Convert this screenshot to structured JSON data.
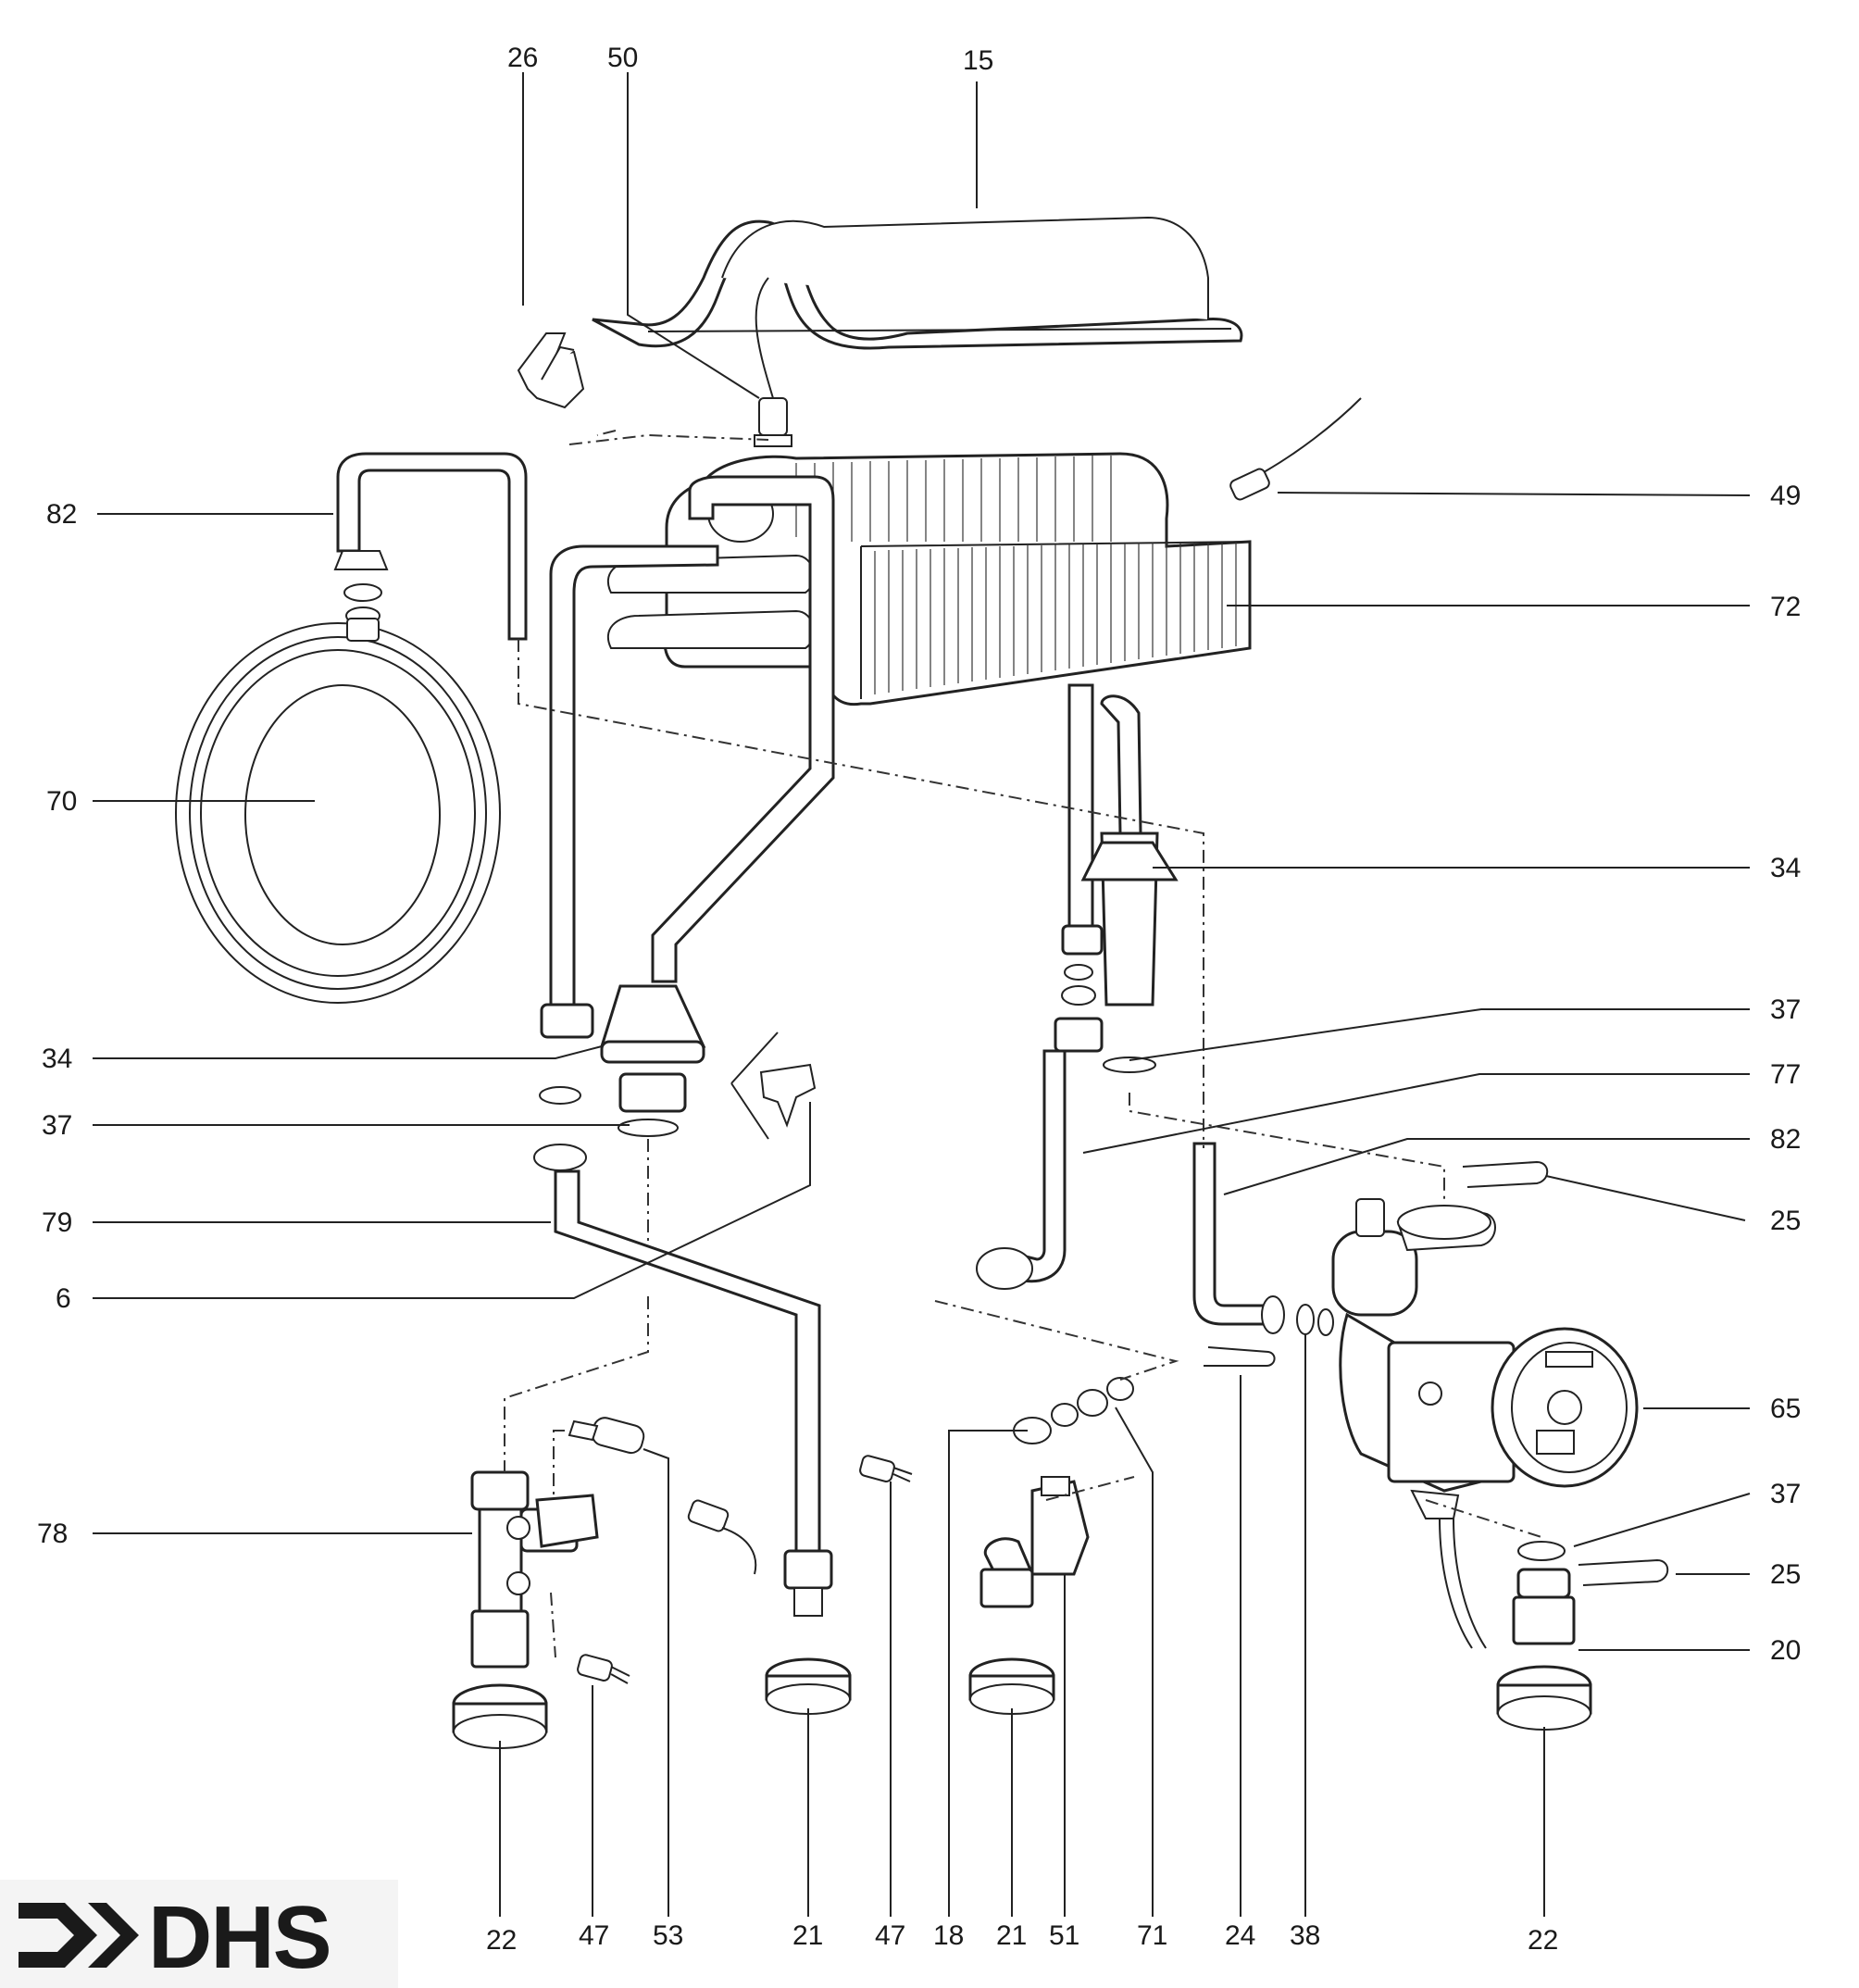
{
  "callouts": {
    "c15": "15",
    "c26": "26",
    "c50": "50",
    "c49": "49",
    "c82_top": "82",
    "c72": "72",
    "c70": "70",
    "c34_right": "34",
    "c37_right": "37",
    "c34_left": "34",
    "c77": "77",
    "c37_left": "37",
    "c82_mid": "82",
    "c25_top": "25",
    "c79": "79",
    "c6": "6",
    "c65": "65",
    "c78": "78",
    "c37_lower": "37",
    "c25_lower": "25",
    "c20": "20"
  },
  "bottom_labels": [
    "22",
    "47",
    "53",
    "21",
    "47",
    "18",
    "21",
    "51",
    "71",
    "24",
    "38",
    "22"
  ],
  "logo": {
    "text": "DHS",
    "icon": "arrow-bracket-logo"
  },
  "colors": {
    "ink": "#1a1a1a",
    "paper": "#ffffff"
  }
}
